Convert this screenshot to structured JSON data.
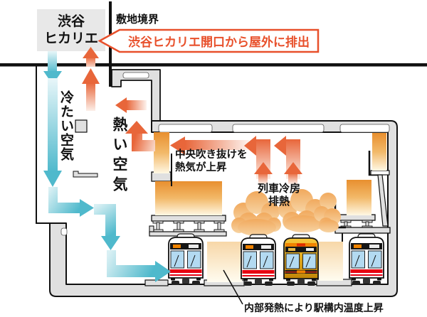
{
  "palette": {
    "cold_air": "#4FB9CC",
    "hot_air": "#E8663A",
    "heat_glow": "#E88F2F",
    "callout_red": "#E8502B",
    "structure_gray": "#E0E0E0",
    "train_stripe_red": "#E60012",
    "gold_train_body": "#D9A31C"
  },
  "labels": {
    "building": {
      "line1": "渋谷",
      "line2": "ヒカリエ"
    },
    "site_boundary": "敷地境界",
    "callout": "渋谷ヒカリエ開口から屋外に排出",
    "cold_air": "冷たい空気",
    "hot_air": "熱い空気",
    "atrium": {
      "line1": "中央吹き抜けを",
      "line2": "熱気が上昇"
    },
    "train_ac": {
      "line1": "列車冷房",
      "line2": "排熱"
    },
    "bottom_note": "内部発熱により駅構内温度上昇"
  }
}
